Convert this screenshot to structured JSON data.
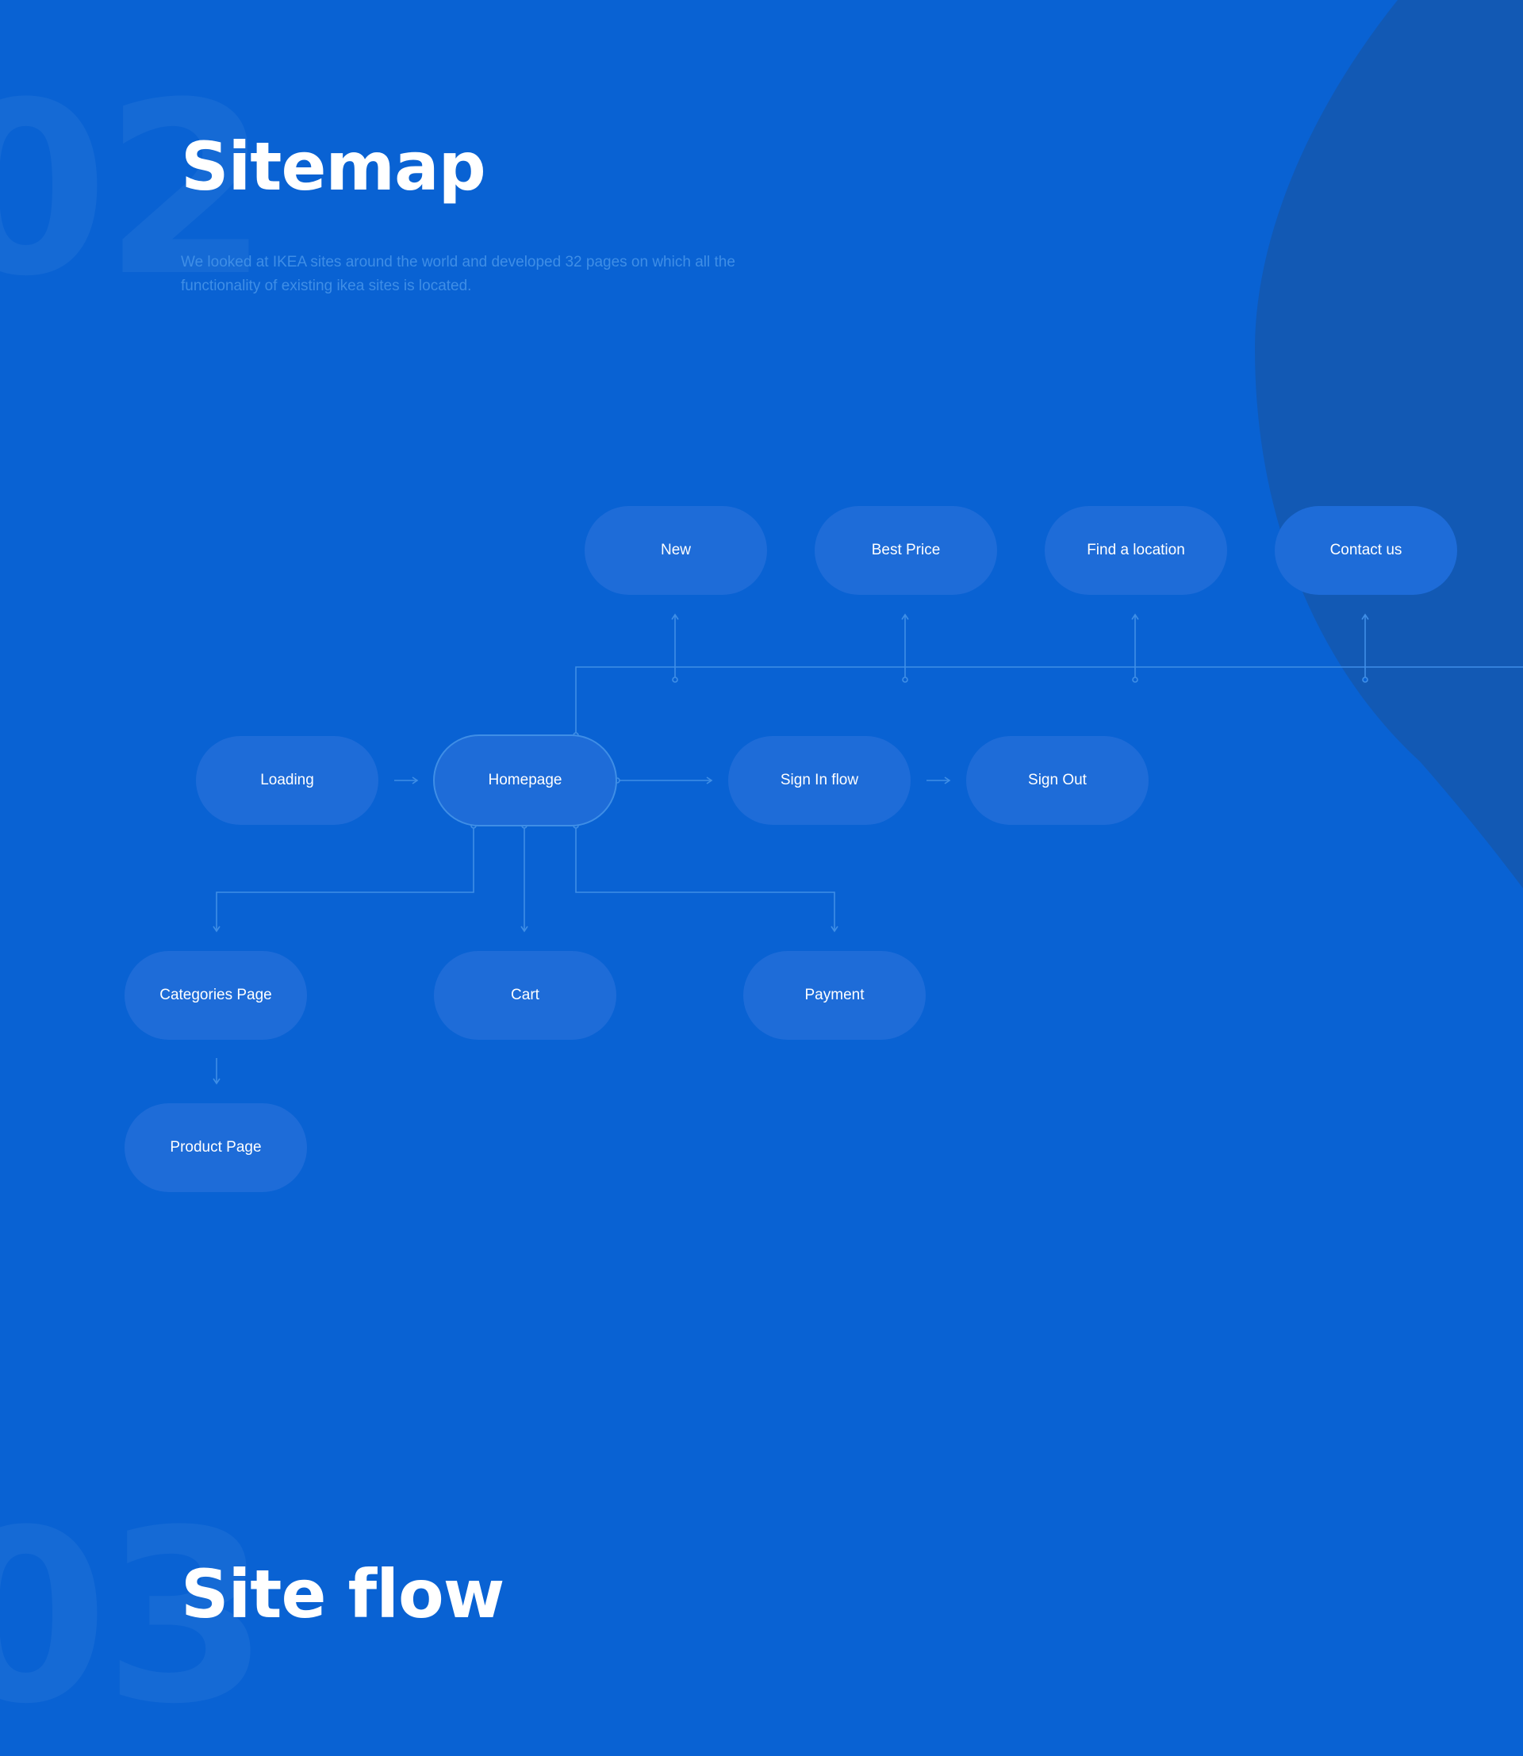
{
  "sitemap": {
    "number": "02",
    "title": "Sitemap",
    "description": "We looked at IKEA sites around the world and developed 32 pages on which all the functionality of existing ikea sites is located."
  },
  "siteflow": {
    "number": "03",
    "title": "Site flow"
  },
  "nodes": {
    "new": "New",
    "best_price": "Best Price",
    "find_location": "Find a location",
    "contact_us": "Contact us",
    "loading": "Loading",
    "homepage": "Homepage",
    "sign_in_flow": "Sign In flow",
    "sign_out": "Sign Out",
    "categories_page": "Categories Page",
    "cart": "Cart",
    "payment": "Payment",
    "product_page": "Product Page"
  },
  "colors": {
    "background": "#0962d3",
    "blob": "#1259b4",
    "node_fill": "#1e6cd8",
    "connector": "#3f8ee6",
    "text": "#ffffff"
  }
}
